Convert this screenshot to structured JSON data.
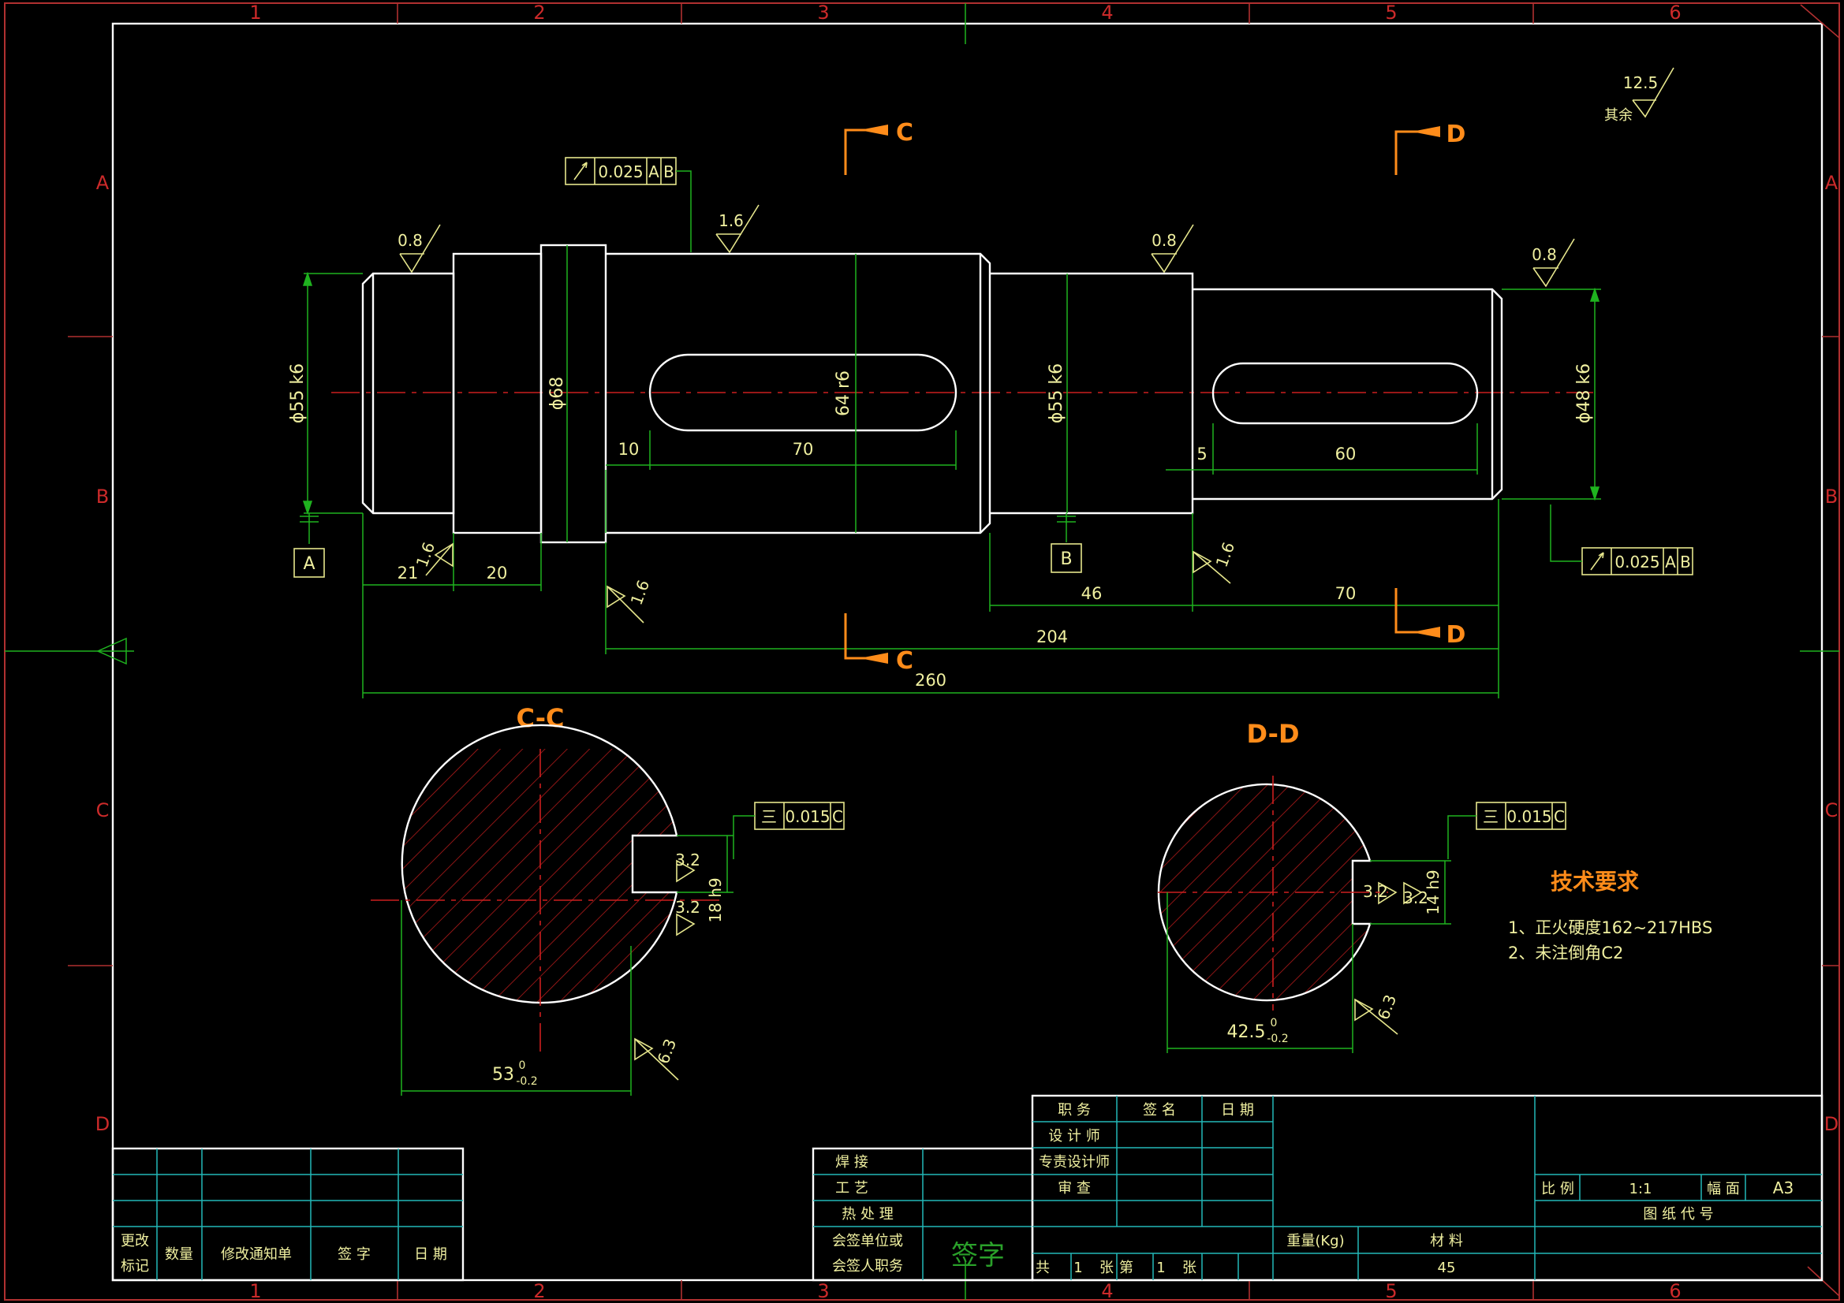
{
  "grid": {
    "columns": [
      "1",
      "2",
      "3",
      "4",
      "5",
      "6"
    ],
    "rows": [
      "A",
      "B",
      "C",
      "D"
    ]
  },
  "dimensions": {
    "d55_left": "ϕ55 k6",
    "d68": "ϕ68",
    "d64": "64 r6",
    "d55_right": "ϕ55 k6",
    "d48": "ϕ48 k6",
    "len_10": "10",
    "len_70_key": "70",
    "len_5": "5",
    "len_60": "60",
    "len_21": "21",
    "len_20": "20",
    "len_46": "46",
    "len_70_end": "70",
    "len_204": "204",
    "len_260": "260",
    "cc_53": "53",
    "cc_53_tol_up": "0",
    "cc_53_tol_low": "-0.2",
    "cc_18": "18 h9",
    "dd_425": "42.5",
    "dd_425_tol_up": "0",
    "dd_425_tol_low": "-0.2",
    "dd_14": "14 h9"
  },
  "roughness": {
    "r08": "0.8",
    "r16": "1.6",
    "r32": "3.2",
    "r63": "6.3",
    "r125": "12.5",
    "other_label": "其余"
  },
  "tolerance_frames": {
    "runout_value": "0.025",
    "runout_datum_a": "A",
    "runout_datum_b": "B",
    "symmetry_value": "0.015",
    "symmetry_datum": "C",
    "symmetry_symbol": "三"
  },
  "datums": {
    "a": "A",
    "b": "B"
  },
  "section_marks": {
    "c": "C",
    "d": "D",
    "cc_title": "C-C",
    "dd_title": "D-D"
  },
  "tech_requirements": {
    "title": "技术要求",
    "item1": "1、正火硬度162~217HBS",
    "item2": "2、未注倒角C2"
  },
  "change_table": {
    "col1": "更改",
    "col1b": "标记",
    "col2": "数量",
    "col3": "修改通知单",
    "col4": "签 字",
    "col5": "日 期"
  },
  "process_table": {
    "weld": "焊 接",
    "craft": "工 艺",
    "heat": "热 处 理",
    "cosign1": "会签单位或",
    "cosign2": "会签人职务",
    "sign": "签字"
  },
  "title_block": {
    "duty": "职 务",
    "signname": "签 名",
    "date": "日 期",
    "designer": "设 计 师",
    "specialist": "专责设计师",
    "review": "审 查",
    "weight_label": "重量(Kg)",
    "material_label": "材 料",
    "material_value": "45",
    "total_label": "共",
    "total_value": "1",
    "sheet_unit": "张",
    "sheet_label": "第",
    "sheet_value": "1",
    "sheet_unit2": "张",
    "scale_label": "比 例",
    "scale_value": "1:1",
    "format_label": "幅 面",
    "format_value": "A3",
    "drawing_no_label": "图 纸 代 号"
  },
  "colors": {
    "background": "#000000",
    "outline": "#ffffff",
    "dimension": "#1fb31f",
    "centerline": "#cc1f1f",
    "annotation": "#f0f0a0",
    "section_label": "#ff8c1a",
    "title_block_lines": "#23b8b8"
  }
}
